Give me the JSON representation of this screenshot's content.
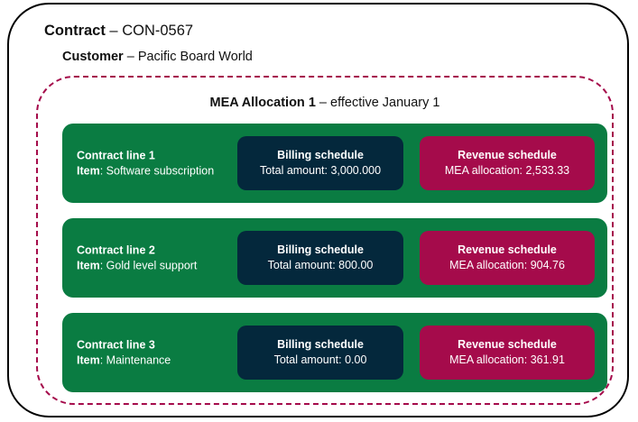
{
  "contract": {
    "label": "Contract",
    "separator": " – ",
    "value": "CON-0567"
  },
  "customer": {
    "label": "Customer",
    "separator": " – ",
    "value": "Pacific Board World"
  },
  "mea_allocation": {
    "label": "MEA Allocation 1",
    "separator": " – ",
    "value": "effective January 1"
  },
  "colors": {
    "contract_border": "#000000",
    "mea_border": "#A50B4B",
    "line_row": "#0A7C42",
    "billing_box": "#04283C",
    "revenue_box": "#A50B4B",
    "text_on_dark": "#FFFFFF"
  },
  "contract_lines": [
    {
      "title": "Contract line 1",
      "item_key": "Item",
      "item_separator": ": ",
      "item_value": "Software subscription",
      "billing": {
        "title": "Billing schedule",
        "value": "Total amount: 3,000.000"
      },
      "revenue": {
        "title": "Revenue schedule",
        "value": "MEA allocation: 2,533.33"
      }
    },
    {
      "title": "Contract line 2",
      "item_key": "Item",
      "item_separator": ": ",
      "item_value": "Gold level support",
      "billing": {
        "title": "Billing schedule",
        "value": "Total amount: 800.00"
      },
      "revenue": {
        "title": "Revenue schedule",
        "value": "MEA allocation: 904.76"
      }
    },
    {
      "title": "Contract line 3",
      "item_key": "Item",
      "item_separator": ": ",
      "item_value": "Maintenance",
      "billing": {
        "title": "Billing schedule",
        "value": "Total amount: 0.00"
      },
      "revenue": {
        "title": "Revenue schedule",
        "value": "MEA allocation: 361.91"
      }
    }
  ]
}
